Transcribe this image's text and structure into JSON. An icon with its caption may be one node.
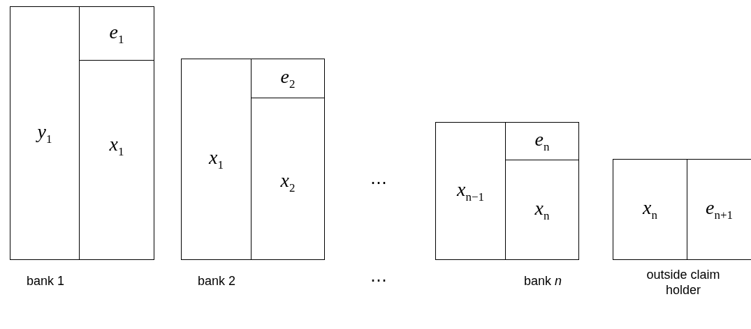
{
  "diagram": {
    "nodes": [
      {
        "text": [],
        "shape": "box",
        "beside": [
          "bank 1"
        ]
      },
      {
        "text": [
          "*y*$_{1}$"
        ],
        "in": 0
      },
      {
        "text": [
          "*e*$_{1}$"
        ],
        "in": 0
      },
      {
        "text": [
          "*x*$_{1}$"
        ],
        "in": 0
      },
      {
        "text": [],
        "shape": "box",
        "beside": [
          "bank 2"
        ]
      },
      {
        "text": [
          "*x*$_{1}$"
        ],
        "in": 4
      },
      {
        "text": [
          "*e*$_{2}$"
        ],
        "in": 4
      },
      {
        "text": [
          "*x*$_{2}$"
        ],
        "in": 4
      },
      {
        "text": [],
        "shape": "box",
        "beside": [
          "bank *n*"
        ]
      },
      {
        "text": [
          "*x*$_{n−1}$"
        ],
        "in": 8
      },
      {
        "text": [
          "*e*$_{n}$"
        ],
        "in": 8
      },
      {
        "text": [
          "*x*$_{n}$"
        ],
        "in": 8
      },
      {
        "text": [],
        "shape": "box",
        "beside": [
          "outside claim holder"
        ]
      },
      {
        "text": [
          "*x*$_{n}$"
        ],
        "in": 12
      },
      {
        "text": [
          "*e*$_{n+1}$"
        ],
        "in": 12
      }
    ],
    "edges": [],
    "labels": [
      "⋯",
      "⋯"
    ]
  }
}
